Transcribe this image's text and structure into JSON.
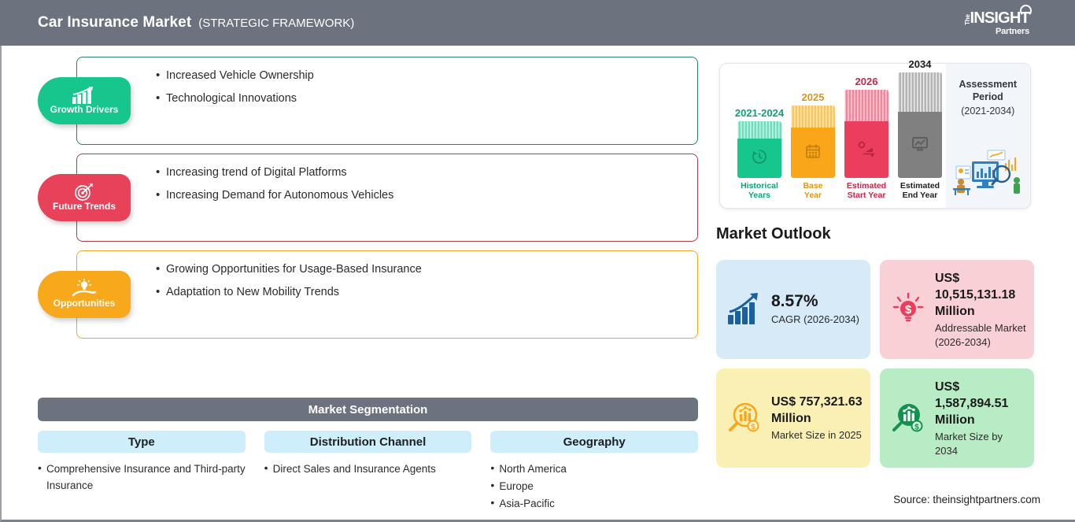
{
  "header": {
    "title": "Car Insurance Market",
    "subtitle": "(STRATEGIC FRAMEWORK)",
    "logo": {
      "the": "The",
      "insight": "INSIGHT",
      "partners": "Partners"
    }
  },
  "factors": [
    {
      "label": "Growth Drivers",
      "icon": "bar-chart-growth-icon",
      "color": "#16c68d",
      "border": "#2a7d73",
      "bullets": [
        "Increased Vehicle Ownership",
        "Technological Innovations"
      ]
    },
    {
      "label": "Future Trends",
      "icon": "target-dart-icon",
      "color": "#e8415a",
      "border": "#b33a4e",
      "bullets": [
        "Increasing trend of Digital Platforms",
        "Increasing Demand for Autonomous Vehicles"
      ]
    },
    {
      "label": "Opportunities",
      "icon": "lightbulb-hand-icon",
      "color": "#f7a81b",
      "border": "#f0a81f",
      "bullets": [
        "Growing Opportunities for Usage-Based Insurance",
        "Adaptation to New Mobility Trends"
      ]
    }
  ],
  "segmentation": {
    "heading": "Market Segmentation",
    "columns": [
      {
        "title": "Type",
        "items": [
          "Comprehensive Insurance and Third-party Insurance"
        ]
      },
      {
        "title": "Distribution Channel",
        "items": [
          "Direct Sales and Insurance Agents"
        ]
      },
      {
        "title": "Geography",
        "items": [
          "North America",
          "Europe",
          "Asia-Pacific"
        ]
      }
    ]
  },
  "assessment": {
    "title_line1": "Assessment",
    "title_line2": "Period",
    "title_line3": "(2021-2034)",
    "illustration": "analytics-dashboard-illustration",
    "bars": [
      {
        "year": "2021-2024",
        "caption_line1": "Historical",
        "caption_line2": "Years",
        "color": "#16c68d",
        "icon": "history-clock-icon"
      },
      {
        "year": "2025",
        "caption_line1": "Base",
        "caption_line2": "Year",
        "color": "#f9a61a",
        "icon": "calendar-icon"
      },
      {
        "year": "2026",
        "caption_line1": "Estimated",
        "caption_line2": "Start Year",
        "color": "#ea3e5c",
        "icon": "gear-chart-icon"
      },
      {
        "year": "2034",
        "caption_line1": "Estimated",
        "caption_line2": "End Year",
        "color": "#808080",
        "icon": "monitor-chart-icon"
      }
    ]
  },
  "outlook": {
    "title": "Market Outlook",
    "cards": [
      {
        "icon": "growth-chart-arrow-icon",
        "value": "8.57%",
        "label": "CAGR (2026-2034)",
        "bg": "#d6eaf8",
        "accent": "#1a5f9e"
      },
      {
        "icon": "lightbulb-dollar-icon",
        "value": "US$ 10,515,131.18 Million",
        "label": "Addressable Market (2026-2034)",
        "bg": "#f9d0d6",
        "accent": "#ea3e5c"
      },
      {
        "icon": "magnifier-chart-dollar-icon",
        "value": "US$ 757,321.63 Million",
        "label": "Market Size in 2025",
        "bg": "#faf0b4",
        "accent": "#f9a61a"
      },
      {
        "icon": "magnifier-chart-dollar-icon",
        "value": "US$ 1,587,894.51 Million",
        "label": "Market Size by 2034",
        "bg": "#b7ecc4",
        "accent": "#12914f"
      }
    ]
  },
  "source": "Source: theinsightpartners.com",
  "chart_data": {
    "type": "bar",
    "title": "Assessment Period (2021-2034)",
    "categories": [
      "2021-2024",
      "2025",
      "2026",
      "2034"
    ],
    "category_captions": [
      "Historical Years",
      "Base Year",
      "Estimated Start Year",
      "Estimated End Year"
    ],
    "values": [
      1,
      2,
      3,
      4
    ],
    "colors": [
      "#16c68d",
      "#f9a61a",
      "#ea3e5c",
      "#808080"
    ],
    "xlabel": "",
    "ylabel": "",
    "grid": false,
    "legend": "none"
  }
}
